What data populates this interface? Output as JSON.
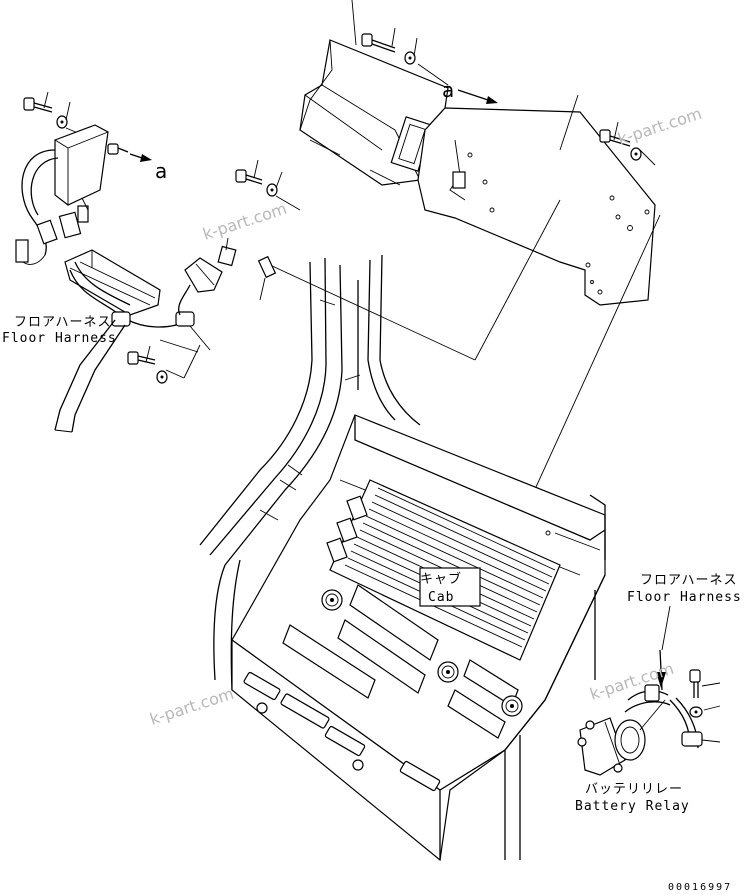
{
  "labels": {
    "floor_harness_left_jp": "フロアハーネス",
    "floor_harness_left_en": "Floor Harness",
    "cab_jp": "キャブ",
    "cab_en": "Cab",
    "floor_harness_right_jp": "フロアハーネス",
    "floor_harness_right_en": "Floor Harness",
    "battery_relay_jp": "バッテリリレー",
    "battery_relay_en": "Battery Relay",
    "ref_a_top": "a",
    "ref_a_left": "a"
  },
  "watermarks": [
    "k-part.com",
    "k-part.com",
    "k-part.com",
    "k-part.com"
  ],
  "part_number": "00016997"
}
